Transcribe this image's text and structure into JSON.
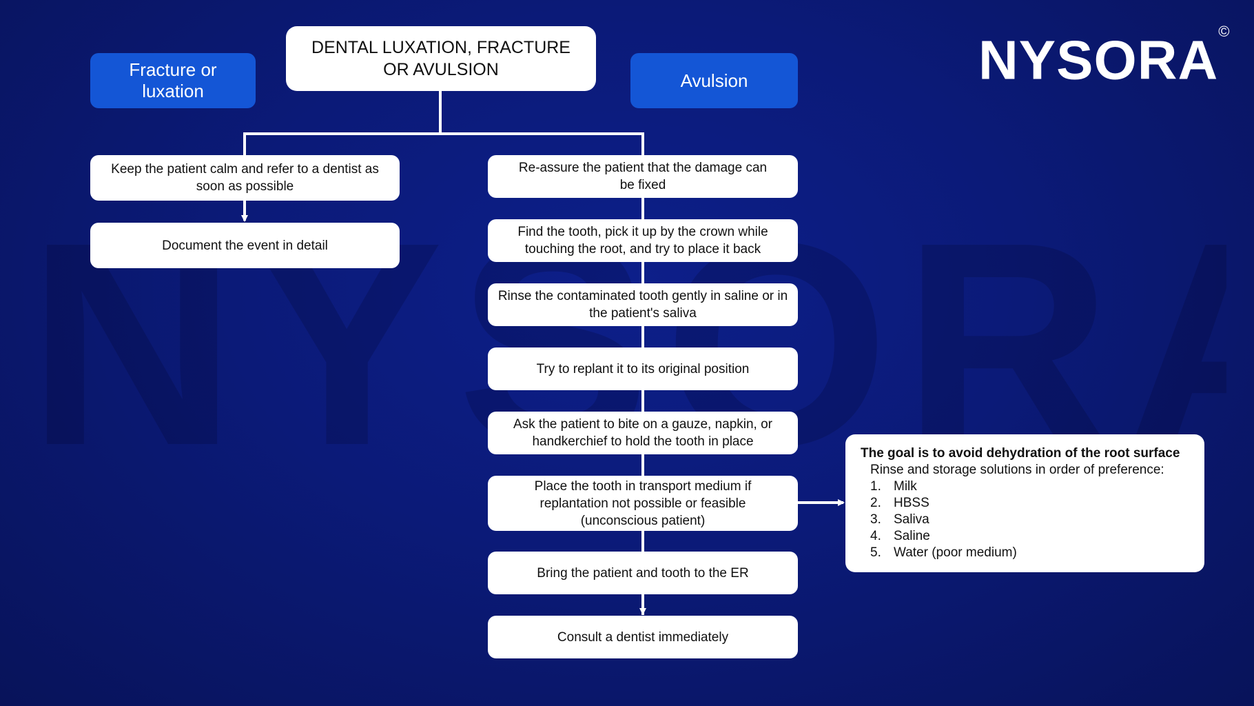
{
  "title": "DENTAL LUXATION, FRACTURE OR AVULSION",
  "logo": {
    "text": "NYSORA",
    "mark": "©"
  },
  "watermark": "NYSORA",
  "branches": {
    "left": {
      "label": "Fracture or luxation"
    },
    "right": {
      "label": "Avulsion"
    }
  },
  "left_steps": [
    "Keep the patient calm and refer to a dentist as soon as possible",
    "Document the event in detail"
  ],
  "right_steps": [
    "Re-assure the patient that the damage can be fixed",
    "Find the tooth, pick it up by the crown while touching the root, and try to place it back",
    "Rinse the contaminated tooth gently in saline or in the patient's saliva",
    "Try to replant it to its original position",
    "Ask the patient to bite on a gauze, napkin, or handkerchief to hold the tooth in place",
    "Place the tooth in transport medium if replantation not possible or feasible (unconscious patient)",
    "Bring the patient and tooth to the ER",
    "Consult a dentist immediately"
  ],
  "note": {
    "heading": "The goal is to avoid dehydration of the root surface",
    "subheading": "Rinse and storage solutions in order of preference:",
    "items": [
      {
        "num": "1.",
        "text": "Milk"
      },
      {
        "num": "2.",
        "text": "HBSS"
      },
      {
        "num": "3.",
        "text": "Saliva"
      },
      {
        "num": "4.",
        "text": "Saline"
      },
      {
        "num": "5.",
        "text": "Water (poor medium)"
      }
    ]
  },
  "colors": {
    "background": "#0b1a78",
    "accent": "#1456d6",
    "box": "#ffffff",
    "line": "#ffffff"
  }
}
